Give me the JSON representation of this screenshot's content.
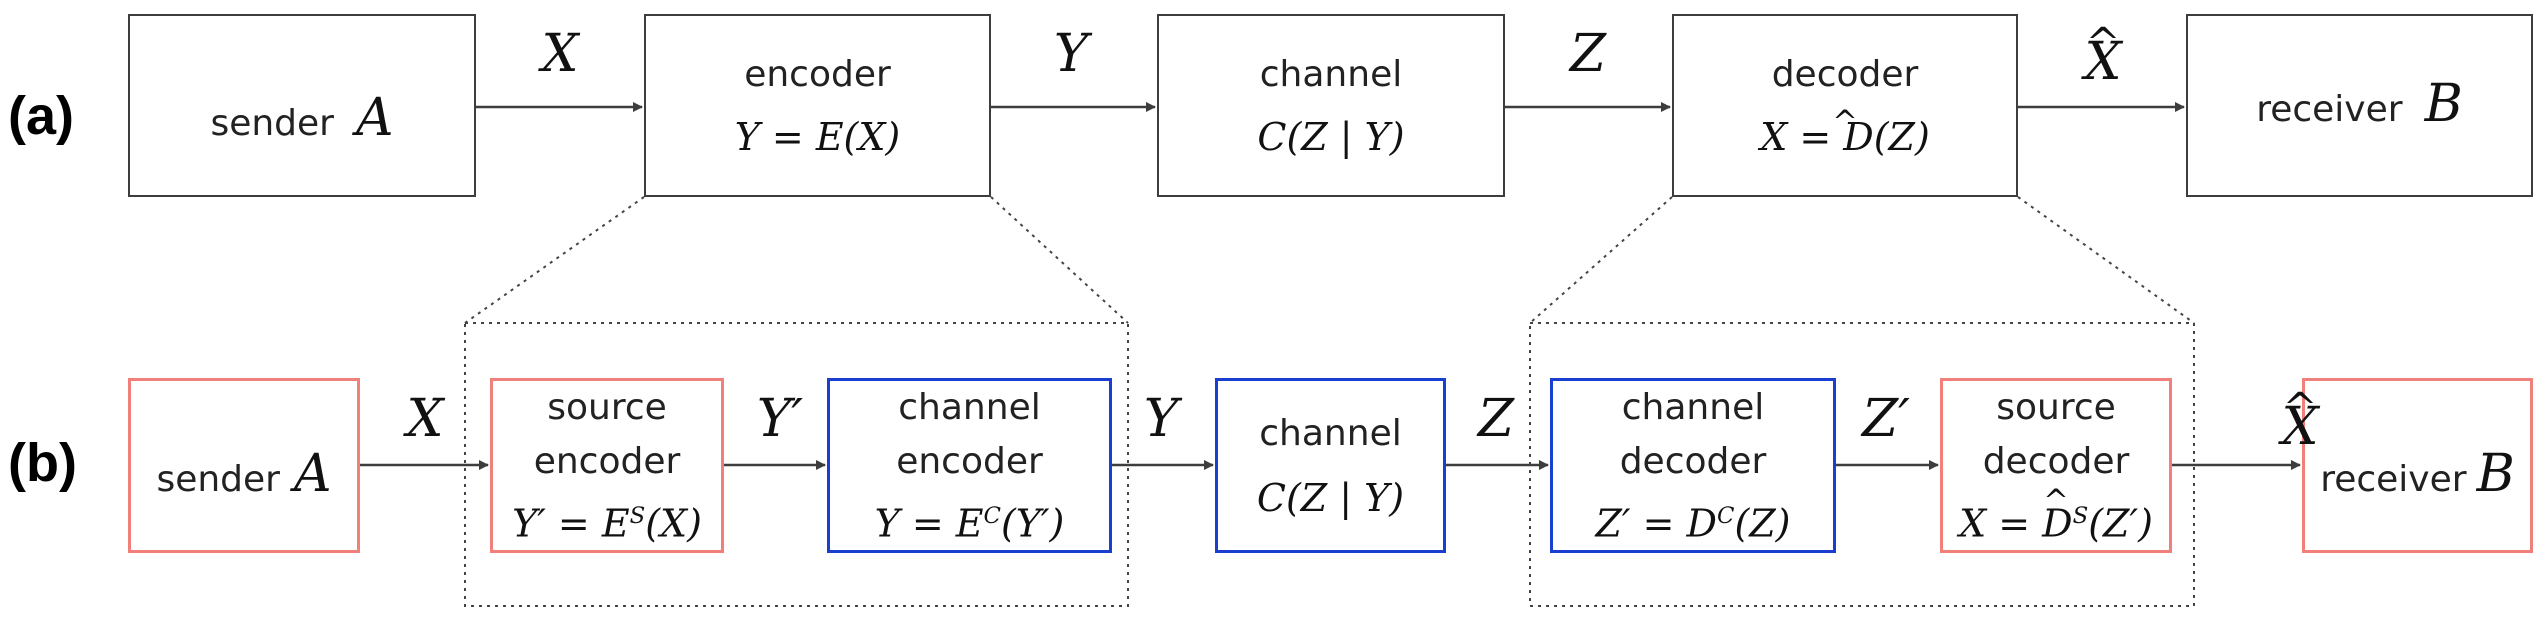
{
  "rows": {
    "a": {
      "label": "(a)",
      "sender": {
        "word": "sender",
        "symbol": "A"
      },
      "encoder": {
        "title": "encoder",
        "formula": "Y = E(X)"
      },
      "channel": {
        "title": "channel",
        "formula": "C(Z | Y)"
      },
      "decoder": {
        "title": "decoder",
        "formula": "X = D(Z)"
      },
      "receiver": {
        "word": "receiver",
        "symbol": "B"
      },
      "edges": {
        "x": "X",
        "y": "Y",
        "z": "Z",
        "xhat": "X"
      }
    },
    "b": {
      "label": "(b)",
      "sender": {
        "word": "sender",
        "symbol": "A"
      },
      "source_encoder": {
        "line1": "source",
        "line2": "encoder",
        "formula": "Y′ = E^S(X)"
      },
      "channel_encoder": {
        "line1": "channel",
        "line2": "encoder",
        "formula": "Y = E^C(Y′)"
      },
      "channel": {
        "title": "channel",
        "formula": "C(Z | Y)"
      },
      "channel_decoder": {
        "line1": "channel",
        "line2": "decoder",
        "formula": "Z′ = D^C(Z)"
      },
      "source_decoder": {
        "line1": "source",
        "line2": "decoder",
        "formula": "X = D^S(Z′)"
      },
      "receiver": {
        "word": "receiver",
        "symbol": "B"
      },
      "edges": {
        "x": "X",
        "yprime": "Y′",
        "y": "Y",
        "z": "Z",
        "zprime": "Z′",
        "xhat": "X"
      }
    }
  },
  "colors": {
    "stroke_black": "#3d3d3d",
    "source_red": "#f08079",
    "channel_blue": "#1a3fd0"
  }
}
